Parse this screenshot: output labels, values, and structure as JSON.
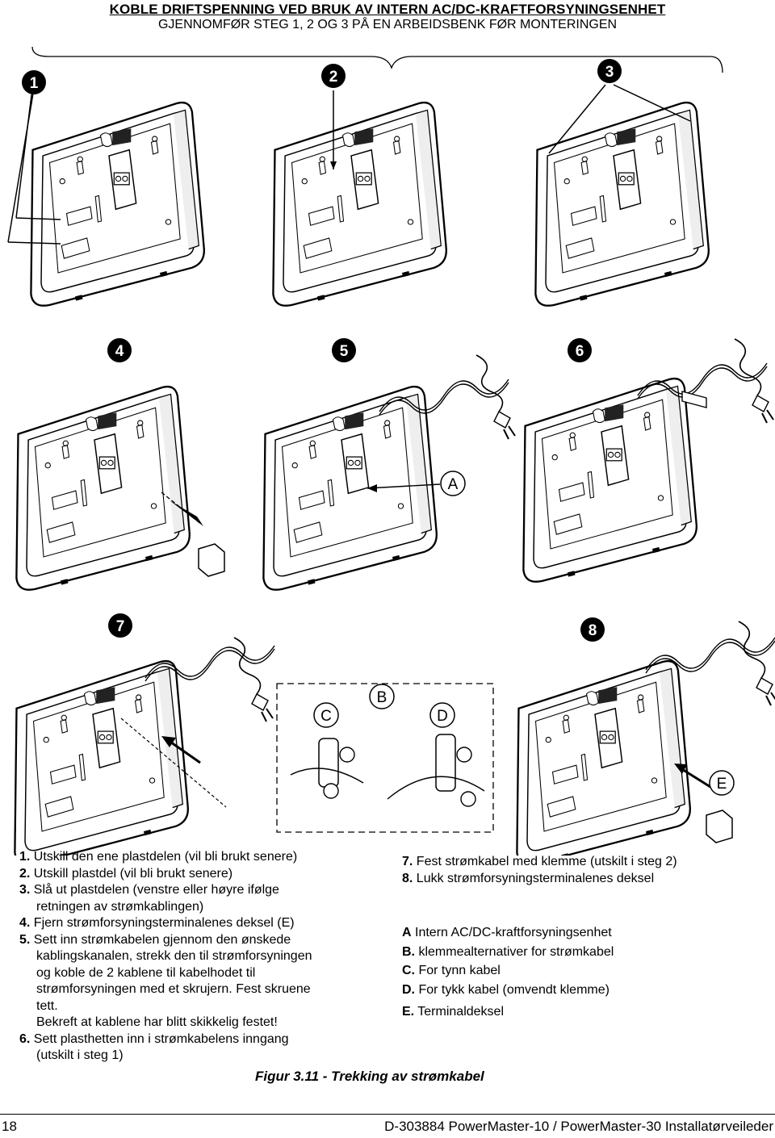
{
  "header": {
    "title": "KOBLE DRIFTSPENNING VED BRUK AV INTERN AC/DC-KRAFTFORSYNINGSENHET",
    "subtitle": "GJENNOMFØR STEG 1, 2 OG 3 PÅ EN ARBEIDSBENK FØR MONTERINGEN"
  },
  "figure": {
    "step_badges": [
      "1",
      "2",
      "3",
      "4",
      "5",
      "6",
      "7",
      "8"
    ],
    "callouts": {
      "a": "A",
      "b": "B",
      "c": "C",
      "d": "D",
      "e": "E"
    },
    "caption": "Figur 3.11 - Trekking av strømkabel"
  },
  "left_list": [
    {
      "num": "1.",
      "lines": [
        "Utskill den ene plastdelen (vil bli brukt senere)"
      ]
    },
    {
      "num": "2.",
      "lines": [
        "Utskill plastdel (vil bli brukt senere)"
      ]
    },
    {
      "num": "3.",
      "lines": [
        "Slå ut plastdelen (venstre eller høyre ifølge",
        "retningen av strømkablingen)"
      ]
    },
    {
      "num": "4.",
      "lines": [
        "Fjern strømforsyningsterminalenes deksel (E)"
      ]
    },
    {
      "num": "5.",
      "lines": [
        "Sett inn strømkabelen gjennom den ønskede",
        "kablingskanalen, strekk den til strømforsyningen",
        "og koble de 2 kablene til kabelhodet til",
        "strømforsyningen med et skrujern. Fest skruene",
        "tett.",
        "Bekreft at kablene har blitt skikkelig festet!"
      ]
    },
    {
      "num": "6.",
      "lines": [
        "Sett plasthetten inn i strømkabelens inngang",
        "(utskilt i steg 1)"
      ]
    }
  ],
  "right_list": [
    {
      "num": "7.",
      "text": "Fest strømkabel med klemme (utskilt i steg 2)"
    },
    {
      "num": "8.",
      "text": "Lukk strømforsyningsterminalenes deksel"
    }
  ],
  "legend": [
    {
      "key": "A",
      "text": "Intern AC/DC-kraftforsyningsenhet"
    },
    {
      "key": "B.",
      "text": "klemmealternativer for strømkabel"
    },
    {
      "key": "C.",
      "text": "For tynn kabel"
    },
    {
      "key": "D.",
      "text": "For tykk kabel (omvendt klemme)"
    },
    {
      "key": "E.",
      "text": "Terminaldeksel"
    }
  ],
  "footer": {
    "page_number": "18",
    "document_ref": "D-303884 PowerMaster-10 / PowerMaster-30 Installatørveileder"
  }
}
